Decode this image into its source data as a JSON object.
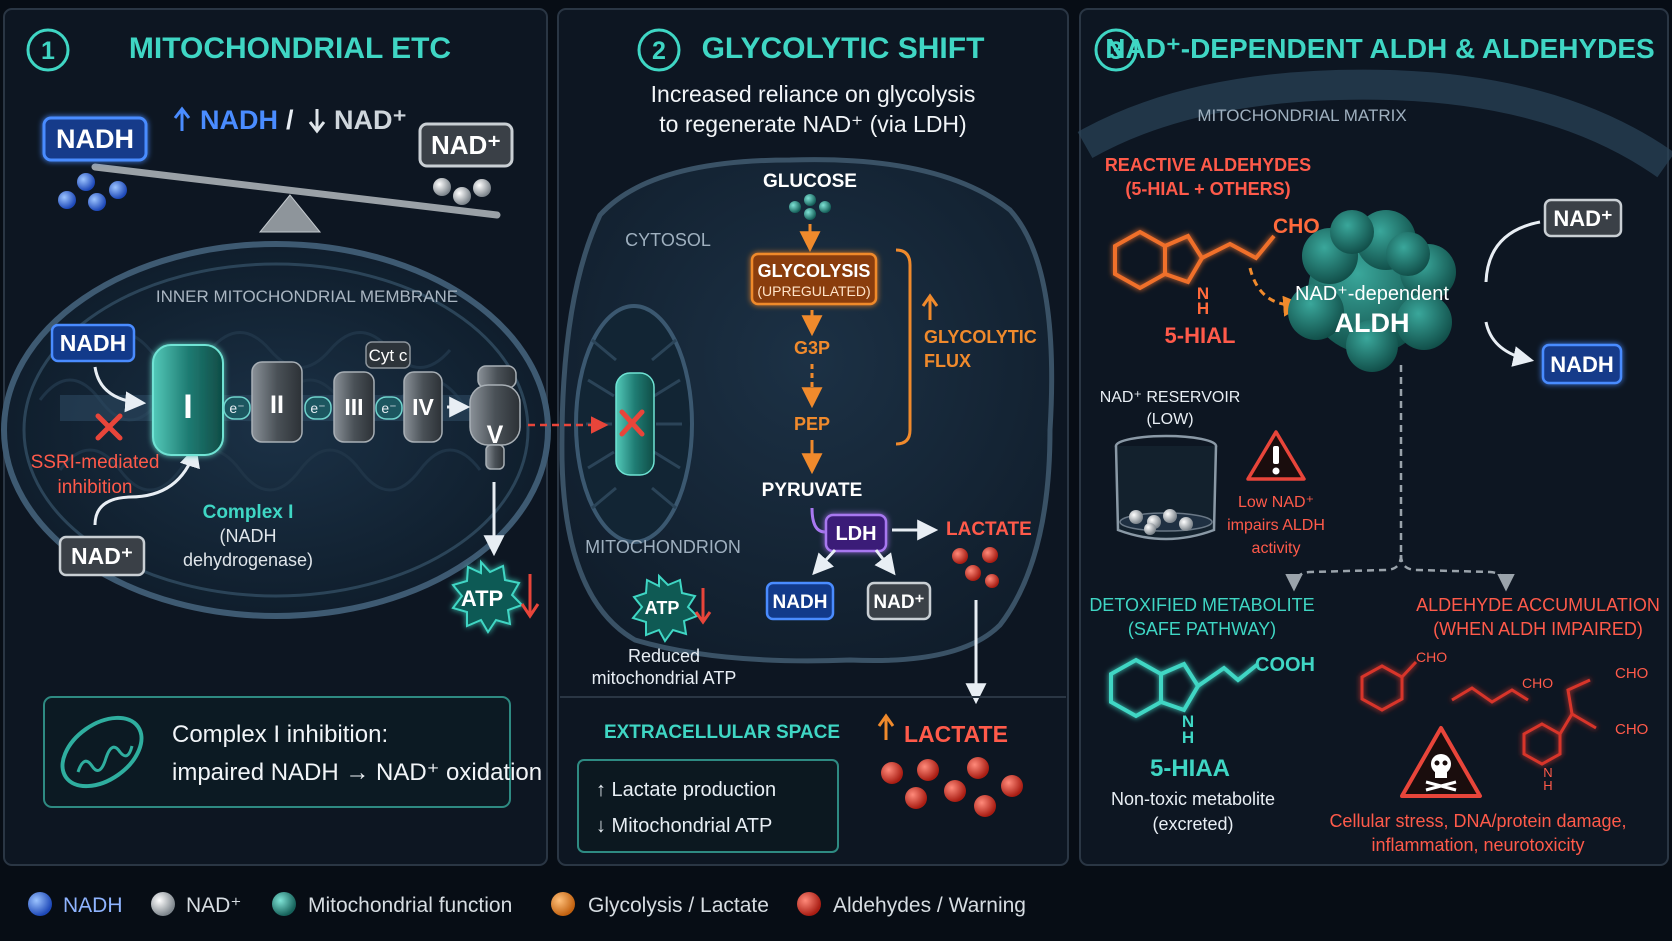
{
  "panel1": {
    "num": "1",
    "title": "MITOCHONDRIAL ETC",
    "ratio": {
      "nadh": "NADH",
      "slash": "/",
      "nad": "NAD⁺"
    },
    "seesaw_left": "NADH",
    "seesaw_right": "NAD⁺",
    "membrane": "INNER MITOCHONDRIAL MEMBRANE",
    "nadh_in": "NADH",
    "nad_out": "NAD⁺",
    "inhibition": [
      "SSRI-mediated",
      "inhibition"
    ],
    "complexes": [
      "I",
      "II",
      "III",
      "IV",
      "V"
    ],
    "cytc": "Cyt c",
    "electron": "e⁻",
    "complex_label": [
      "Complex I",
      "(NADH",
      "dehydrogenase)"
    ],
    "atp": "ATP",
    "summary": [
      "Complex I inhibition:",
      "impaired NADH → NAD⁺ oxidation"
    ]
  },
  "panel2": {
    "num": "2",
    "title": "GLYCOLYTIC SHIFT",
    "subtitle": [
      "Increased reliance on glycolysis",
      "to regenerate NAD⁺ (via LDH)"
    ],
    "cytosol": "CYTOSOL",
    "glucose": "GLUCOSE",
    "glycolysis": [
      "GLYCOLYSIS",
      "(UPREGULATED)"
    ],
    "g3p": "G3P",
    "pep": "PEP",
    "pyruvate": "PYRUVATE",
    "flux": [
      "GLYCOLYTIC",
      "FLUX"
    ],
    "ldh": "LDH",
    "lactate": "LACTATE",
    "nadh": "NADH",
    "nad": "NAD⁺",
    "mito": "MITOCHONDRION",
    "atp": "ATP",
    "reduced": [
      "Reduced",
      "mitochondrial ATP"
    ],
    "extracellular": "EXTRACELLULAR SPACE",
    "ext_lactate": "LACTATE",
    "box": [
      "↑ Lactate production",
      "↓ Mitochondrial ATP"
    ]
  },
  "panel3": {
    "num": "3",
    "title": "NAD⁺-DEPENDENT ALDH & ALDEHYDES",
    "matrix": "MITOCHONDRIAL MATRIX",
    "reactive": [
      "REACTIVE ALDEHYDES",
      "(5-HIAL + OTHERS)"
    ],
    "cho": "CHO",
    "nh": "N",
    "h": "H",
    "hial": "5-HIAL",
    "aldh": [
      "NAD⁺-dependent",
      "ALDH"
    ],
    "nad_in": "NAD⁺",
    "nadh_out": "NADH",
    "reservoir": [
      "NAD⁺ RESERVOIR",
      "(LOW)"
    ],
    "warning": [
      "Low NAD⁺",
      "impairs ALDH",
      "activity"
    ],
    "detox": [
      "DETOXIFIED METABOLITE",
      "(SAFE PATHWAY)"
    ],
    "cooh": "COOH",
    "hiaa": "5-HIAA",
    "hiaa_desc": [
      "Non-toxic metabolite",
      "(excreted)"
    ],
    "accum": [
      "ALDEHYDE ACCUMULATION",
      "(WHEN ALDH IMPAIRED)"
    ],
    "damage": [
      "Cellular stress, DNA/protein damage,",
      "inflammation, neurotoxicity"
    ]
  },
  "legend": [
    {
      "label": "NADH",
      "color": "#2f6fe0"
    },
    {
      "label": "NAD⁺",
      "color": "#bfc4c9"
    },
    {
      "label": "Mitochondrial function",
      "color": "#2a8f86"
    },
    {
      "label": "Glycolysis / Lactate",
      "color": "#e88a2a"
    },
    {
      "label": "Aldehydes / Warning",
      "color": "#d8352a"
    }
  ],
  "colors": {
    "teal": "#3fd6c4",
    "red": "#e8453a",
    "orange": "#f08a2c",
    "blue": "#3b82f6"
  }
}
